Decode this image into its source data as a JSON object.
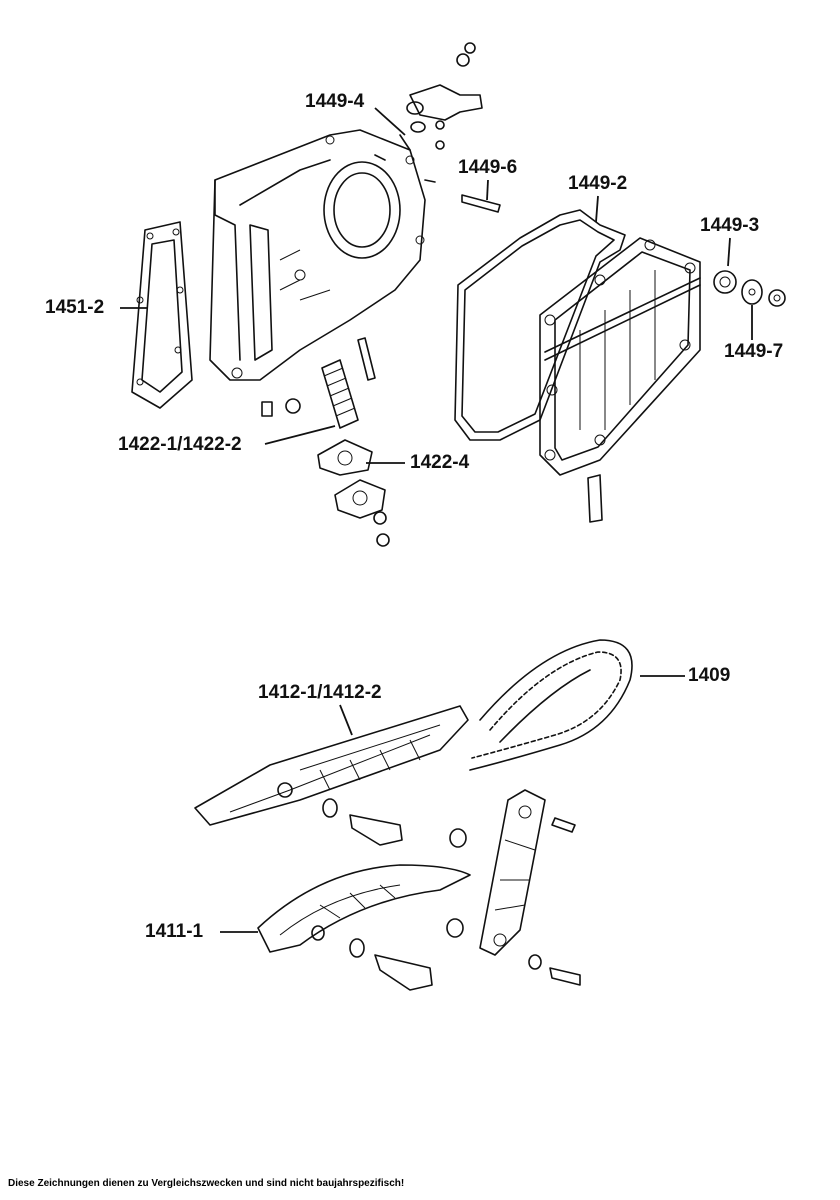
{
  "labels": {
    "l1449_4": "1449-4",
    "l1449_6": "1449-6",
    "l1449_2": "1449-2",
    "l1449_3": "1449-3",
    "l1449_7": "1449-7",
    "l1451_2": "1451-2",
    "l1422_1": "1422-1/1422-2",
    "l1422_4": "1422-4",
    "l1409": "1409",
    "l1412_1": "1412-1/1412-2",
    "l1411_1": "1411-1"
  },
  "footer": "Diese Zeichnungen dienen zu Vergleichszwecken und sind nicht baujahrspezifisch!"
}
